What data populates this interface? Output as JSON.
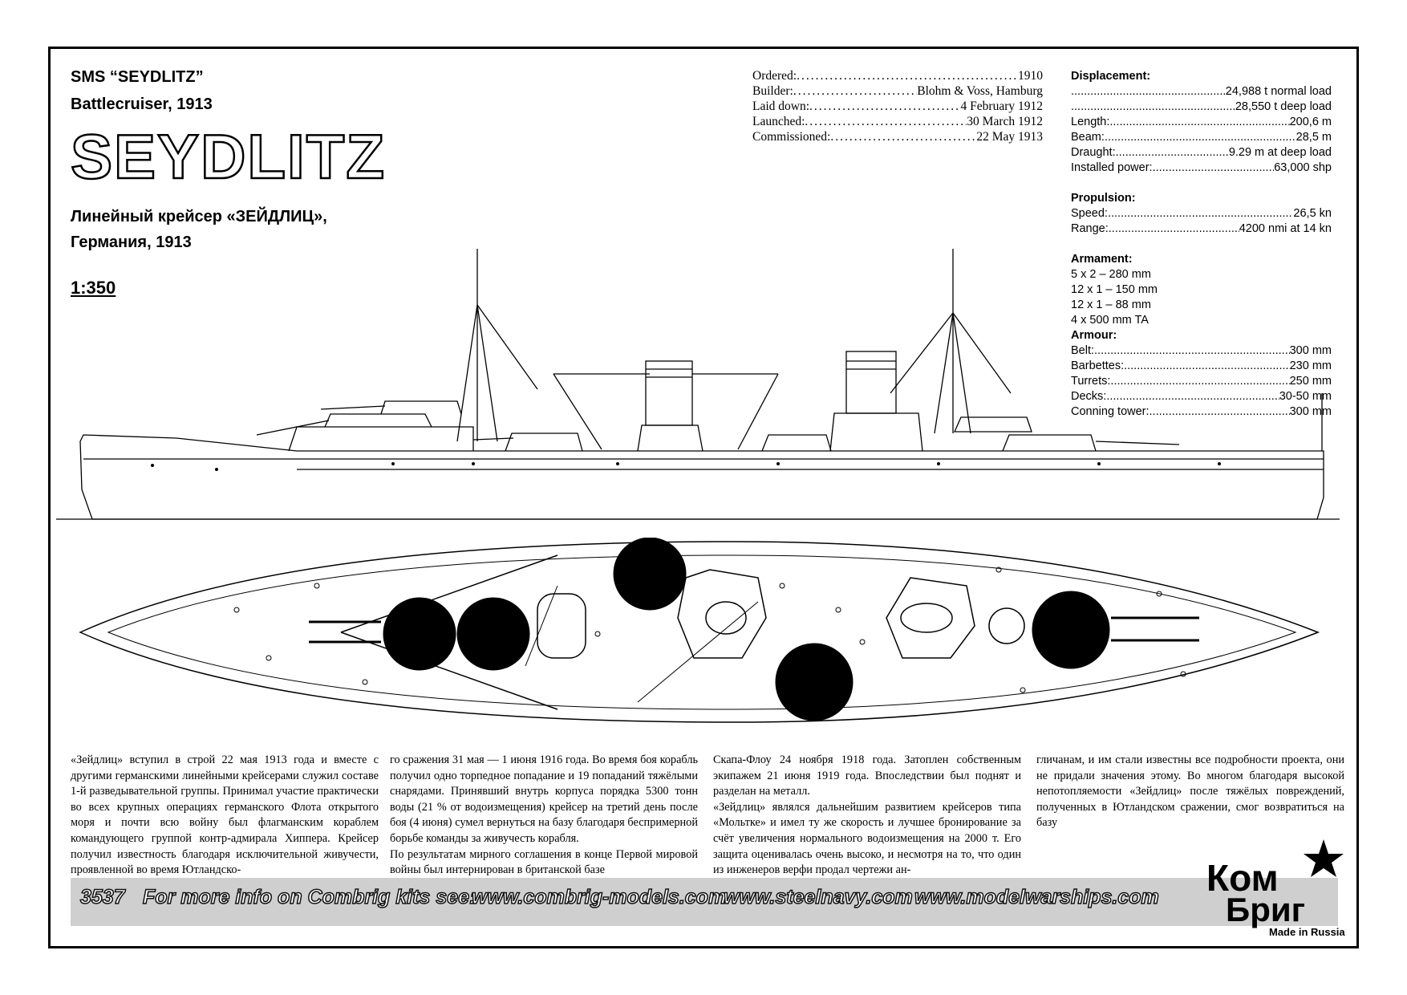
{
  "header": {
    "ship_line": "SMS “SEYDLITZ”",
    "type_line": "Battlecruiser, 1913",
    "big_name": "SEYDLITZ",
    "ru_line1": "Линейный крейсер «ЗЕЙДЛИЦ»,",
    "ru_line2": "Германия, 1913",
    "scale": "1:350"
  },
  "history": [
    {
      "label": "Ordered:",
      "value": "1910"
    },
    {
      "label": "Builder:",
      "value": "Blohm & Voss, Hamburg"
    },
    {
      "label": "Laid down:",
      "value": "4 February 1912"
    },
    {
      "label": "Launched:",
      "value": "30 March 1912"
    },
    {
      "label": "Commissioned:",
      "value": "22 May 1913"
    }
  ],
  "specs": {
    "displacement_head": "Displacement:",
    "displacement_normal": "24,988 t normal load",
    "displacement_deep": "28,550 t deep load",
    "length": {
      "label": "Length:",
      "value": "200,6 m"
    },
    "beam": {
      "label": "Beam:",
      "value": "28,5 m"
    },
    "draught": {
      "label": "Draught:",
      "value": "9.29 m at deep load"
    },
    "power": {
      "label": "Installed power:",
      "value": "63,000 shp"
    },
    "propulsion_head": "Propulsion:",
    "speed": {
      "label": "Speed:",
      "value": "26,5 kn"
    },
    "range": {
      "label": "Range:",
      "value": "4200 nmi at 14 kn"
    },
    "armament_head": "Armament:",
    "armament": [
      "5 x 2 –  280 mm",
      "12 x 1 –  150 mm",
      "12 x 1 – 88 mm",
      "4 x 500 mm TA"
    ],
    "armour_head": "Armour:",
    "belt": {
      "label": "Belt:",
      "value": "300 mm"
    },
    "barbettes": {
      "label": "Barbettes:",
      "value": "230 mm"
    },
    "turrets": {
      "label": "Turrets:",
      "value": "250 mm"
    },
    "decks": {
      "label": "Decks:",
      "value": "30-50 mm"
    },
    "conning": {
      "label": "Conning tower:",
      "value": "300 mm"
    }
  },
  "text_columns": [
    "«Зейдлиц» вступил в строй 22 мая 1913 года и вместе с другими германскими линейными крейсерами служил составе 1-й разведывательной группы. Принимал участие практически во всех крупных операциях германского Флота открытого моря и почти всю войну был флагманским кораблем командующего группой контр-адмирала Хиппера. Крейсер получил известность благодаря исключительной живучести, проявленной во время Ютландско-",
    "го сражения 31 мая — 1 июня 1916 года. Во время боя корабль получил одно торпедное попадание и 19 попаданий тяжёлыми снарядами. Принявший внутрь корпуса порядка 5300 тонн воды (21 % от водоизмещения) крейсер на третий день после боя (4 июня) сумел вернуться на базу благодаря беспримерной борьбе команды за живучесть корабля.\nПо результатам мирного соглашения в конце Первой мировой войны был интернирован в британской базе",
    "Скапа-Флоу 24 ноября 1918 года. Затоплен собственным экипажем 21 июня 1919 года. Впоследствии был поднят и разделан на металл.\n«Зейдлиц» являлся дальнейшим развитием крейсеров типа «Мольтке» и имел ту же скорость и лучшее бронирование за счёт увеличения нормального водоизмещения на 2000 т. Его защита оценивалась очень высоко, и несмотря на то, что один из инженеров верфи продал чертежи ан-",
    "гличанам, и им стали известны все подробности проекта, они не придали значения этому. Во многом благодаря высокой непотопляемости «Зейдлиц» после тяжёлых повреждений, полученных в Ютландском сражении, смог возвратиться на базу"
  ],
  "banner": {
    "kit_number": "3537",
    "info_text": "For more info on Combrig kits see:",
    "url1": "www.combrig-models.com",
    "url2": "www.steelnavy.com",
    "url3": "www.modelwarships.com"
  },
  "logo": {
    "line1": "Ком",
    "line2": "Бриг",
    "made_in": "Made in Russia"
  }
}
